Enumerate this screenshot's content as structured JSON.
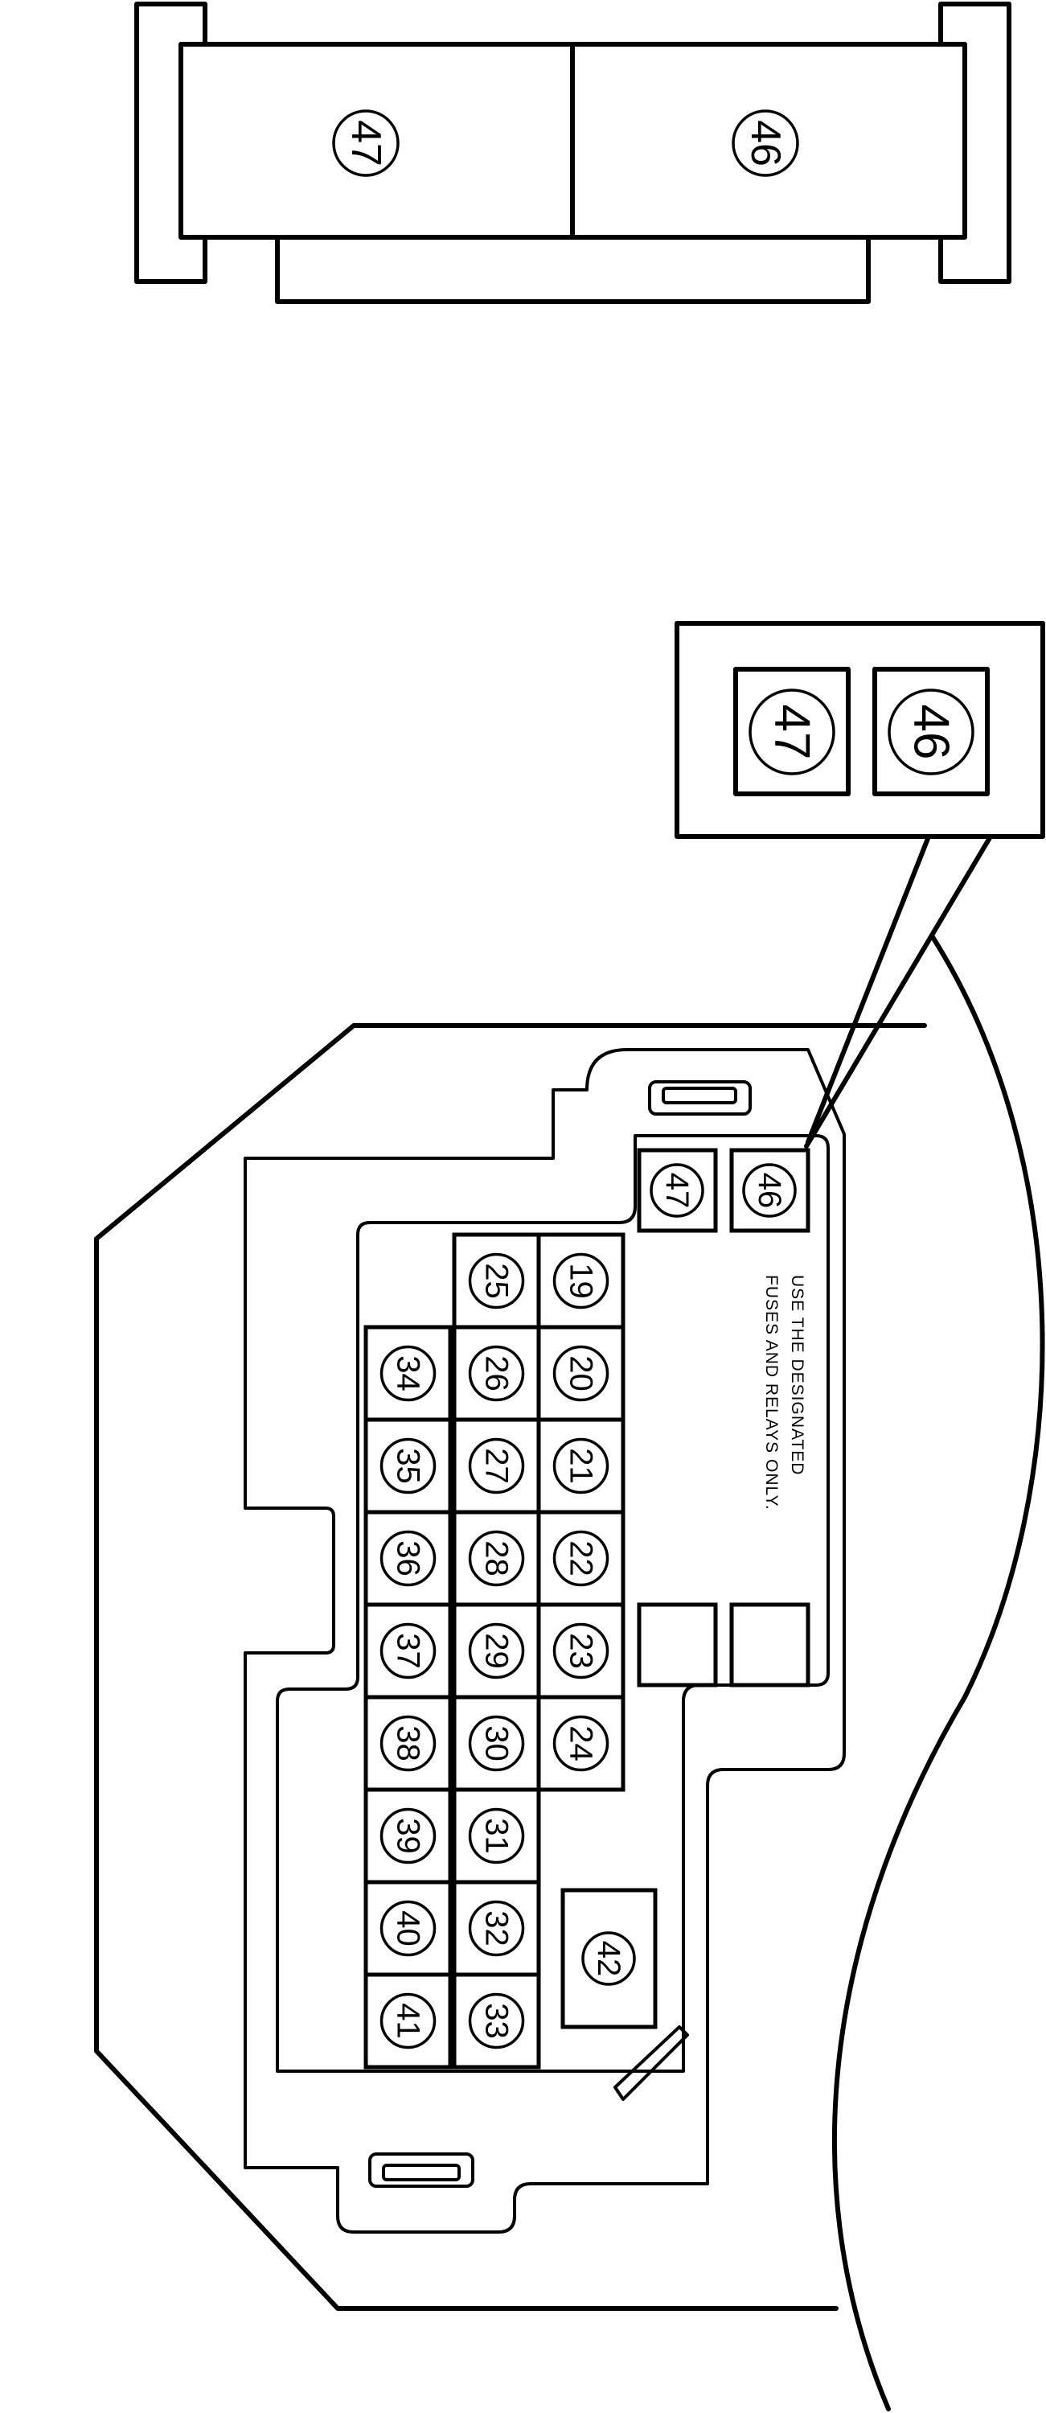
{
  "relay_block": {
    "left_label": "47",
    "right_label": "46"
  },
  "callout": {
    "top_label": "47",
    "bottom_label": "46"
  },
  "fuse_box": {
    "notice_line1": "USE THE DESIGNATED",
    "notice_line2": "FUSES AND RELAYS ONLY.",
    "relay_labels": [
      "47",
      "46"
    ],
    "large_fuse_label": "42",
    "fuse_rows": [
      [
        "25",
        "26",
        "27",
        "28",
        "29",
        "30",
        "31",
        "32",
        "33"
      ],
      [
        "19",
        "20",
        "21",
        "22",
        "23",
        "24"
      ],
      [
        "34",
        "35",
        "36",
        "37",
        "38",
        "39",
        "40",
        "41"
      ]
    ]
  }
}
